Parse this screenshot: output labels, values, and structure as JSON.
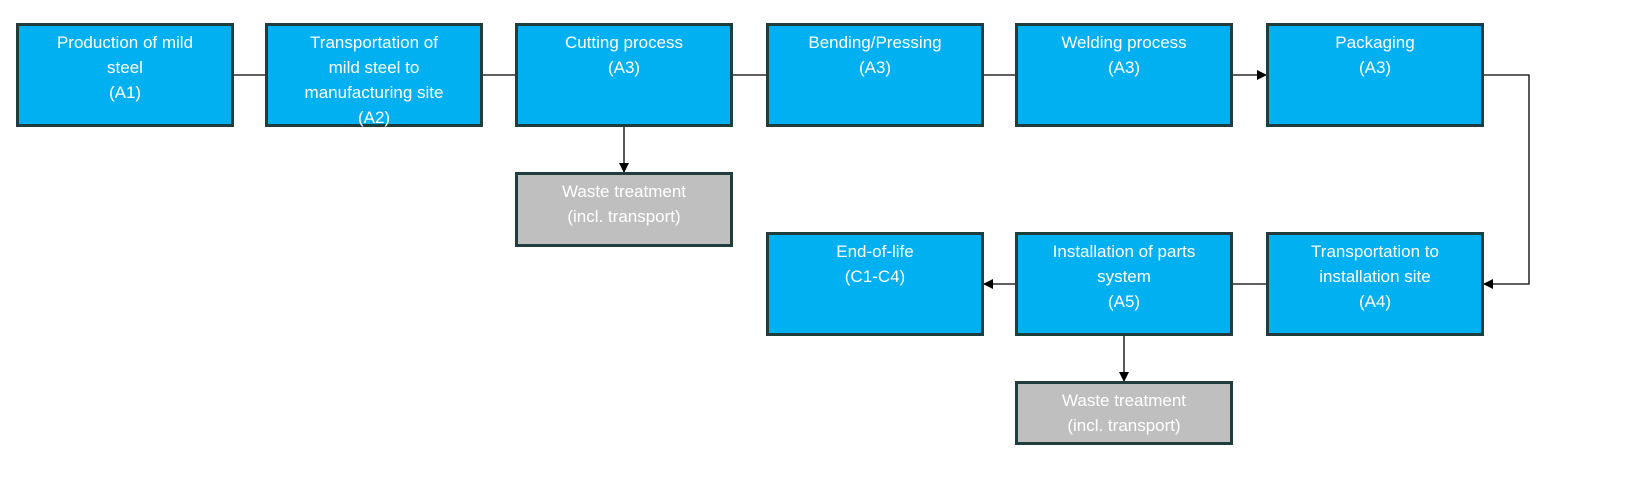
{
  "diagram": {
    "nodes": [
      {
        "id": "production",
        "kind": "process",
        "lines": [
          "Production of mild",
          "steel",
          "(A1)"
        ]
      },
      {
        "id": "transport-to-site",
        "kind": "process",
        "lines": [
          "Transportation of",
          "mild steel to",
          "manufacturing site",
          "(A2)"
        ]
      },
      {
        "id": "cutting",
        "kind": "process",
        "lines": [
          "Cutting process",
          "(A3)"
        ]
      },
      {
        "id": "bending",
        "kind": "process",
        "lines": [
          "Bending/Pressing",
          "(A3)"
        ]
      },
      {
        "id": "welding",
        "kind": "process",
        "lines": [
          "Welding process",
          "(A3)"
        ]
      },
      {
        "id": "packaging",
        "kind": "process",
        "lines": [
          "Packaging",
          "(A3)"
        ]
      },
      {
        "id": "waste-1",
        "kind": "waste",
        "lines": [
          "Waste treatment",
          "(incl. transport)"
        ]
      },
      {
        "id": "end-of-life",
        "kind": "process",
        "lines": [
          "End-of-life",
          "(C1-C4)"
        ]
      },
      {
        "id": "installation",
        "kind": "process",
        "lines": [
          "Installation of parts",
          "system",
          "(A5)"
        ]
      },
      {
        "id": "transport-install",
        "kind": "process",
        "lines": [
          "Transportation to",
          "installation site",
          "(A4)"
        ]
      },
      {
        "id": "waste-2",
        "kind": "waste",
        "lines": [
          "Waste treatment",
          "(incl. transport)"
        ]
      }
    ],
    "edges": [
      {
        "from": "production",
        "to": "transport-to-site",
        "arrow": false
      },
      {
        "from": "transport-to-site",
        "to": "cutting",
        "arrow": false
      },
      {
        "from": "cutting",
        "to": "bending",
        "arrow": false
      },
      {
        "from": "bending",
        "to": "welding",
        "arrow": false
      },
      {
        "from": "welding",
        "to": "packaging",
        "arrow": true
      },
      {
        "from": "packaging",
        "to": "transport-install",
        "arrow": true
      },
      {
        "from": "transport-install",
        "to": "installation",
        "arrow": false
      },
      {
        "from": "installation",
        "to": "end-of-life",
        "arrow": true
      },
      {
        "from": "cutting",
        "to": "waste-1",
        "arrow": true
      },
      {
        "from": "installation",
        "to": "waste-2",
        "arrow": true
      }
    ],
    "colors": {
      "process_fill": "#00b0f0",
      "waste_fill": "#bfbfbf",
      "border": "#1f3d3d",
      "connector": "#000000",
      "text": "#ffffff"
    }
  }
}
